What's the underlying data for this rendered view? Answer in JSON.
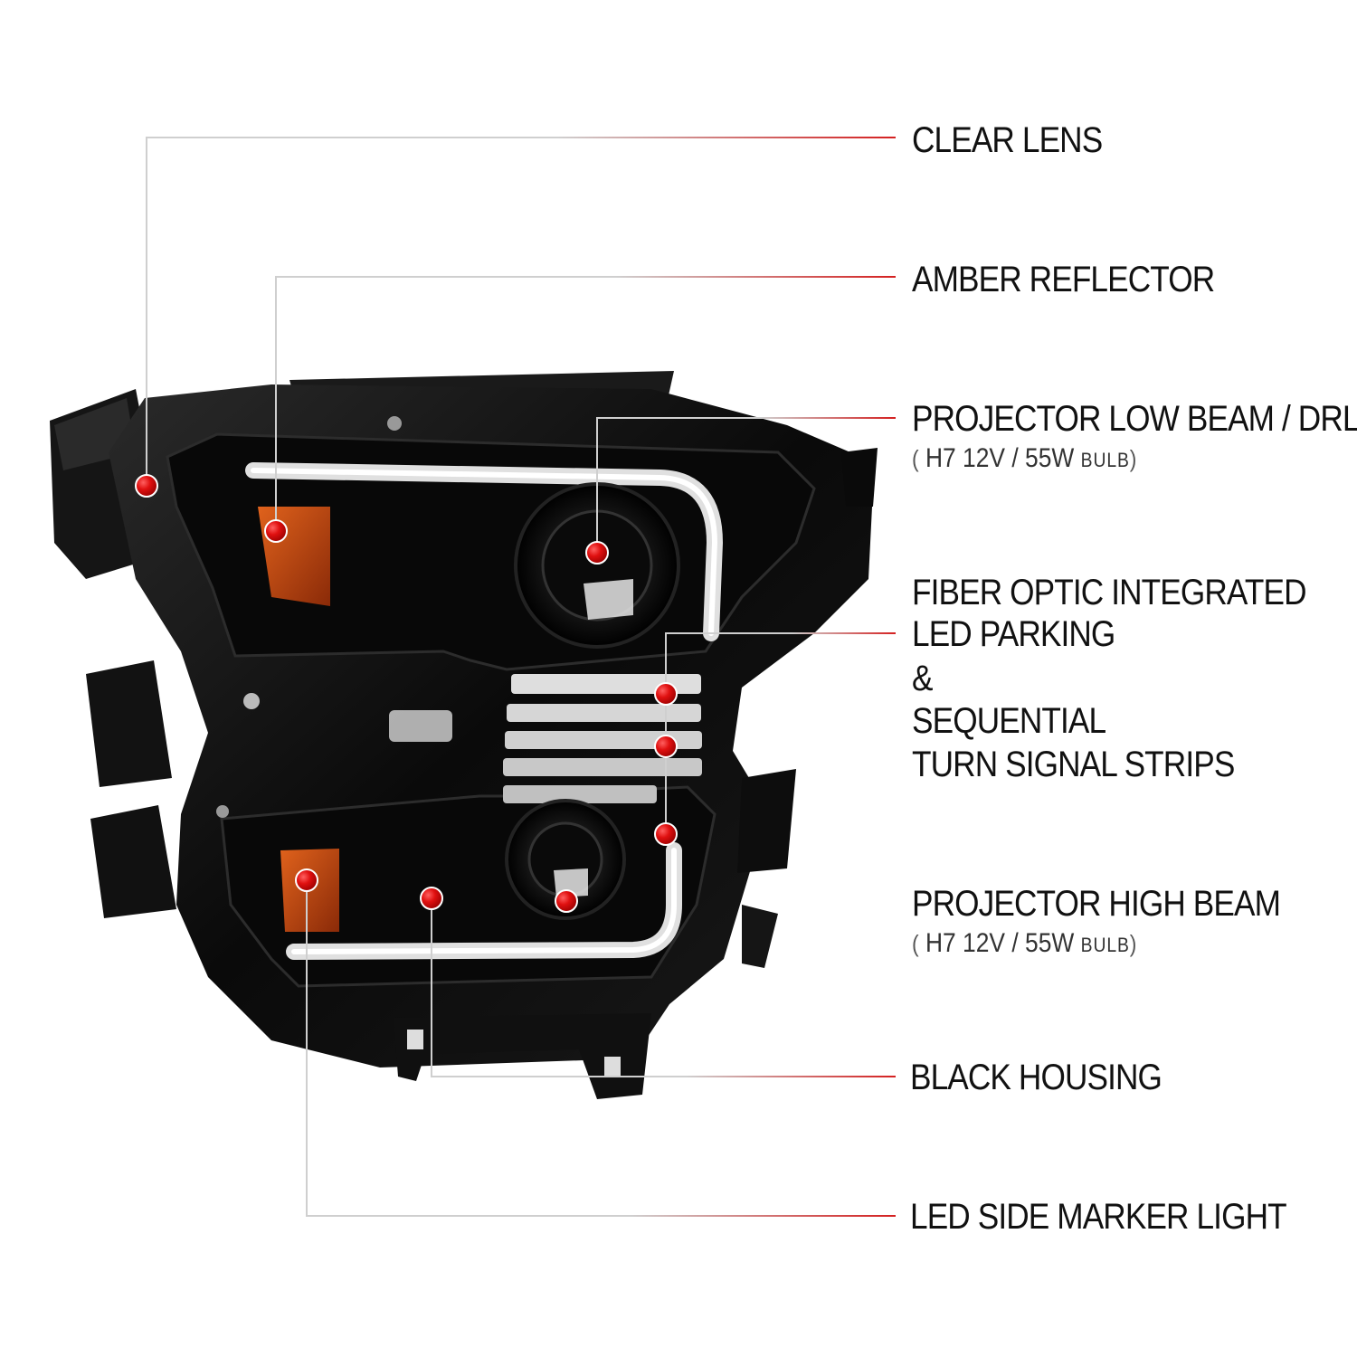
{
  "callouts": {
    "clear_lens": "CLEAR LENS",
    "amber_reflector": "AMBER REFLECTOR",
    "projector_low_beam": "PROJECTOR LOW BEAM / DRL",
    "low_beam_bulb": {
      "open": "(",
      "spec": "H7  12V / 55W",
      "unit": "BULB",
      "close": ")"
    },
    "fiber_optic": [
      "FIBER OPTIC INTEGRATED",
      "LED PARKING",
      "&",
      "SEQUENTIAL",
      "TURN SIGNAL STRIPS"
    ],
    "projector_high_beam": "PROJECTOR HIGH BEAM",
    "high_beam_bulb": {
      "open": "(",
      "spec": "H7  12V / 55W",
      "unit": "BULB",
      "close": ")"
    },
    "black_housing": "BLACK HOUSING",
    "led_side_marker": "LED SIDE MARKER LIGHT"
  },
  "colors": {
    "leader_red": "#d42020",
    "leader_grey": "#c9c9c9",
    "dot_red": "#e01010",
    "housing_black": "#0c0c0c",
    "amber": "#c84a12",
    "light_bar": "#e8e8e8"
  }
}
